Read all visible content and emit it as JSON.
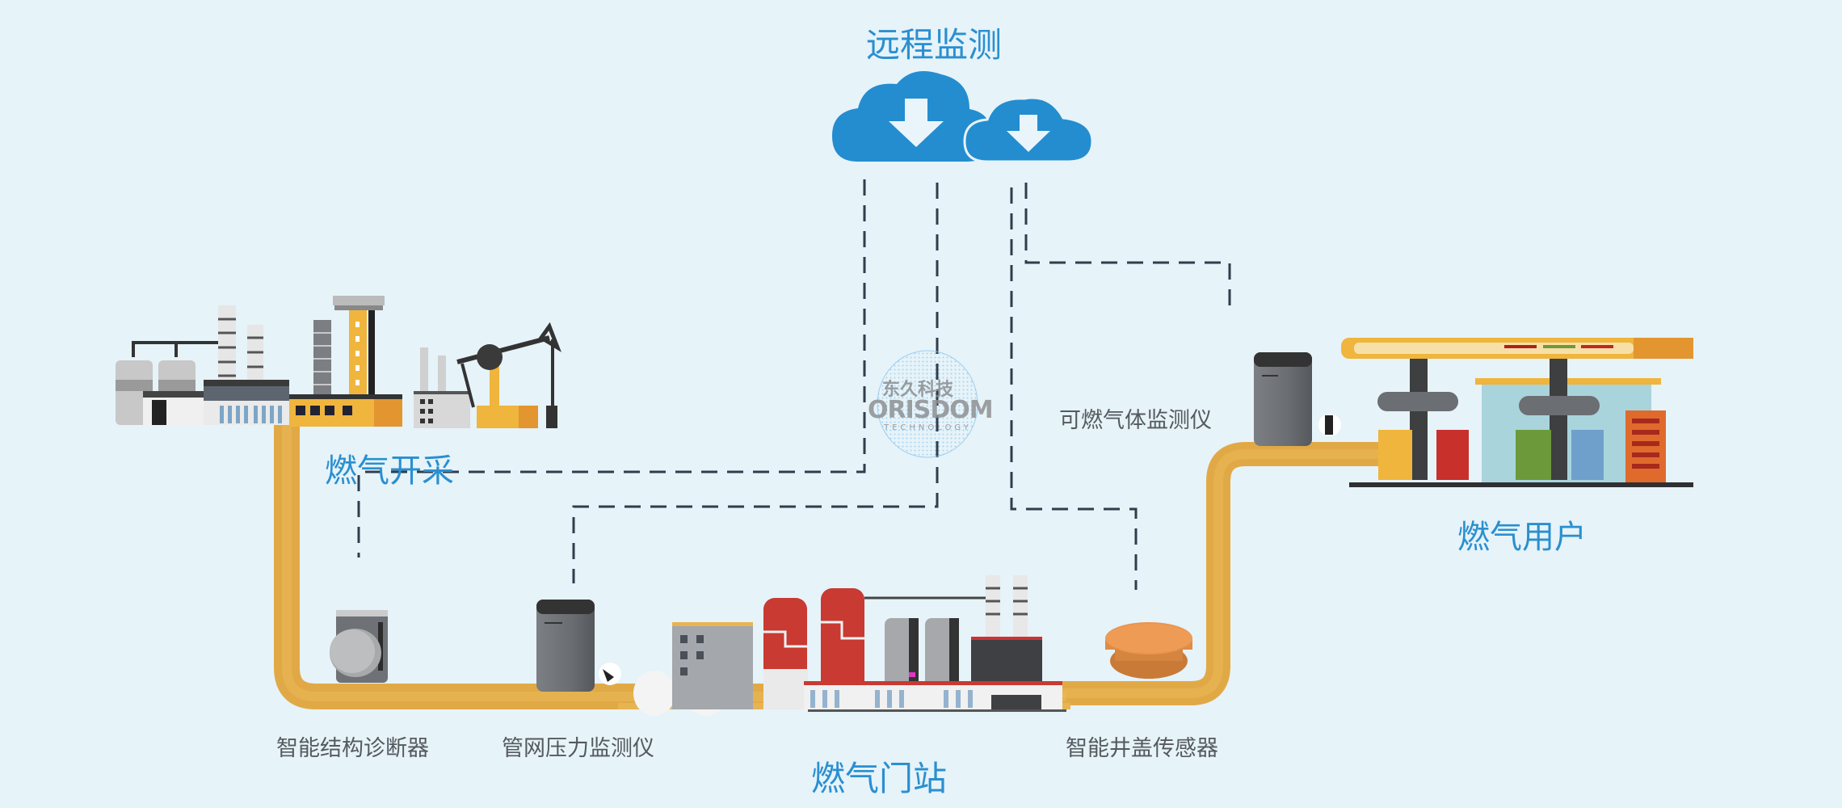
{
  "diagram": {
    "title": "远程监测",
    "stages": {
      "extraction": "燃气开采",
      "gate_station": "燃气门站",
      "users": "燃气用户"
    },
    "devices": {
      "structure_diagnostic": "智能结构诊断器",
      "pipeline_pressure": "管网压力监测仪",
      "manhole_sensor": "智能井盖传感器",
      "combustible_gas": "可燃气体监测仪"
    },
    "watermark": {
      "cn": "东久科技",
      "en": "ORISDOM",
      "sub": "TECHNOLOGY"
    },
    "colors": {
      "background": "#e6f3f9",
      "accent_blue": "#2a8fd0",
      "cloud": "#238dcf",
      "pipe": "#e6b04a",
      "dash": "#2f3d4c",
      "label_gray": "#555a5e"
    }
  }
}
